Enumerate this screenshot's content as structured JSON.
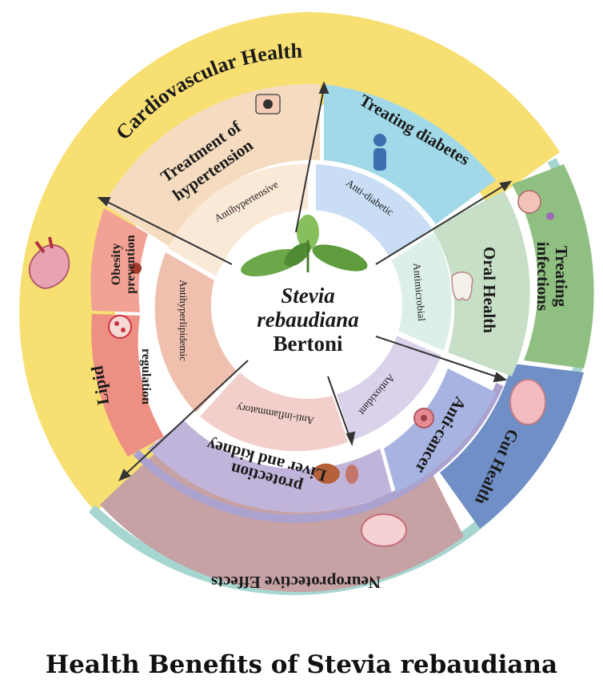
{
  "center": {
    "line1": "Stevia",
    "line2": "rebaudiana",
    "line3": "Bertoni"
  },
  "outer": {
    "cardiovascular": "Cardiovascular Health",
    "neuroprotective": "Neuroprotective Effects"
  },
  "benefits": {
    "hypertension_line1": "Treatment of",
    "hypertension_line2": "hypertension",
    "diabetes": "Treating diabetes",
    "oral": "Oral Health",
    "infections_line1": "Treating",
    "infections_line2": "infections",
    "gut": "Gut Health",
    "anticancer": "Anti-cancer",
    "liver_line1": "Liver and kidney",
    "liver_line2": "protection",
    "obesity_line1": "Obesity",
    "obesity_line2": "prevention",
    "lipid_line1": "Lipid",
    "lipid_line2": "regulation"
  },
  "mechanisms": {
    "antihypertensive": "Antihypertensive",
    "antidiabetic": "Anti-diabetic",
    "antimicrobial": "Antimicrobial",
    "antioxidant": "Antioxidant",
    "antiinflammatory": "Anti-inflammatory",
    "antihyperlipidemic": "Antihyperlipidemic"
  },
  "caption": "Health Benefits of Stevia rebaudiana",
  "colors": {
    "cardio_yellow": "#f8df72",
    "teal_ring": "#a6d6d0",
    "neuro_mauve": "#c6a2a4",
    "gut_blue": "#6f8fc6",
    "infection_green": "#8fc081",
    "oral_green": "#c7dfc6",
    "diabetes_cyan": "#a2d9e8",
    "hypertension_peach": "#f5dcc0",
    "obesity_salmon": "#f2a294",
    "lipid_salmon": "#ee8f83",
    "anticancer_blue": "#a7b3e0",
    "liver_lavender": "#c1b4da",
    "leaf_green": "#6ca84a"
  }
}
